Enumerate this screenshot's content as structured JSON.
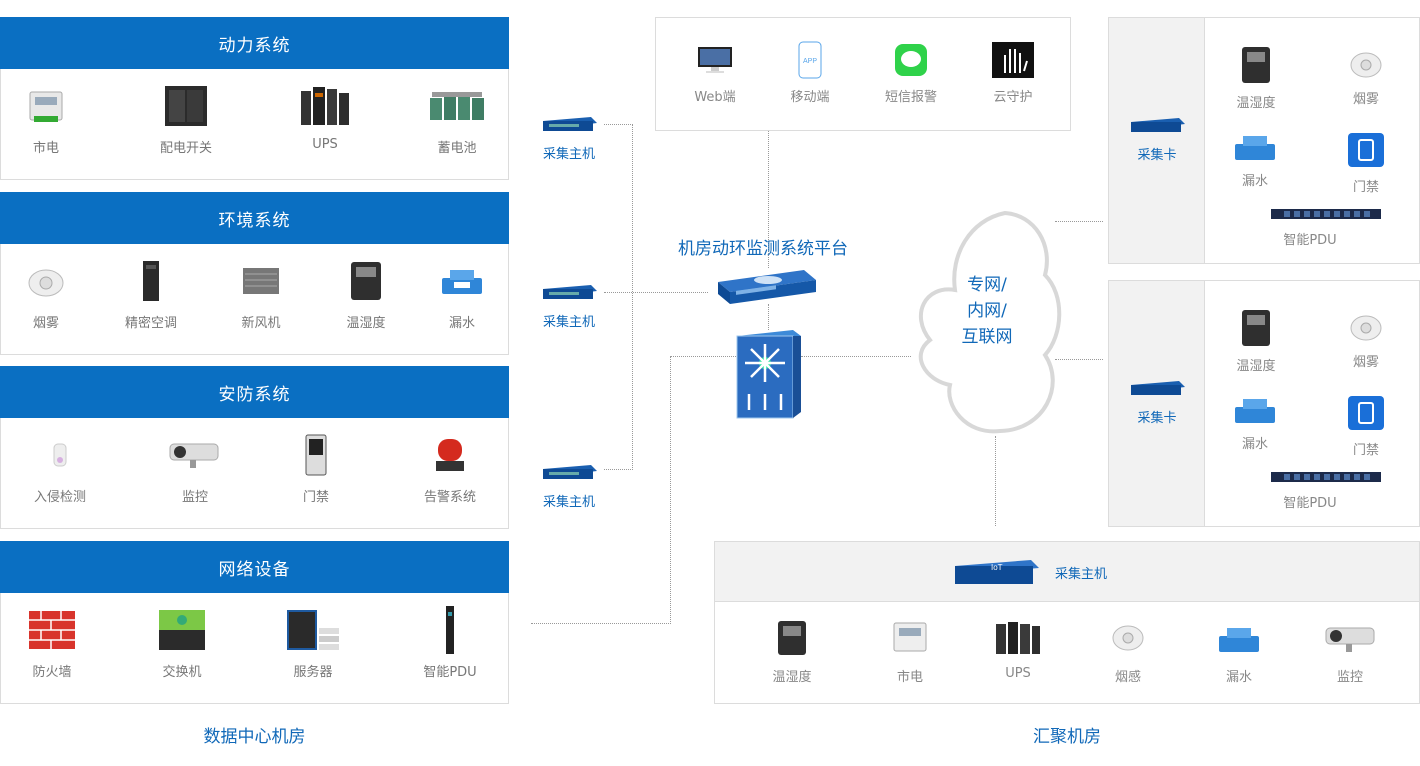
{
  "left_panels": [
    {
      "title": "动力系统",
      "items": [
        {
          "label": "市电",
          "icon": "power-meter-icon"
        },
        {
          "label": "配电开关",
          "icon": "distribution-cabinet-icon"
        },
        {
          "label": "UPS",
          "icon": "ups-icon"
        },
        {
          "label": "蓄电池",
          "icon": "battery-icon"
        }
      ]
    },
    {
      "title": "环境系统",
      "items": [
        {
          "label": "烟雾",
          "icon": "smoke-detector-icon"
        },
        {
          "label": "精密空调",
          "icon": "air-conditioner-icon"
        },
        {
          "label": "新风机",
          "icon": "fresh-air-unit-icon"
        },
        {
          "label": "温湿度",
          "icon": "thermo-hygrometer-icon"
        },
        {
          "label": "漏水",
          "icon": "water-leak-sensor-icon"
        }
      ]
    },
    {
      "title": "安防系统",
      "items": [
        {
          "label": "入侵检测",
          "icon": "intrusion-sensor-icon"
        },
        {
          "label": "监控",
          "icon": "cctv-camera-icon"
        },
        {
          "label": "门禁",
          "icon": "access-control-icon"
        },
        {
          "label": "告警系统",
          "icon": "alarm-light-icon"
        }
      ]
    },
    {
      "title": "网络设备",
      "items": [
        {
          "label": "防火墙",
          "icon": "firewall-icon"
        },
        {
          "label": "交换机",
          "icon": "switch-icon"
        },
        {
          "label": "服务器",
          "icon": "server-icon"
        },
        {
          "label": "智能PDU",
          "icon": "pdu-icon"
        }
      ]
    }
  ],
  "captions": {
    "left": "数据中心机房",
    "right": "汇聚机房"
  },
  "hubs": {
    "label": "采集主机"
  },
  "access": [
    {
      "label": "Web端",
      "icon": "monitor-icon"
    },
    {
      "label": "移动端",
      "icon": "mobile-app-icon"
    },
    {
      "label": "短信报警",
      "icon": "sms-icon"
    },
    {
      "label": "云守护",
      "icon": "cloud-guard-icon"
    }
  ],
  "platform": {
    "title": "机房动环监测系统平台"
  },
  "network": {
    "lines": [
      "专网/",
      "内网/",
      "互联网"
    ]
  },
  "sites": [
    {
      "card_label": "采集卡",
      "items": [
        {
          "label": "温湿度"
        },
        {
          "label": "烟雾"
        },
        {
          "label": "漏水"
        },
        {
          "label": "门禁"
        },
        {
          "label": "智能PDU"
        }
      ]
    },
    {
      "card_label": "采集卡",
      "items": [
        {
          "label": "温湿度"
        },
        {
          "label": "烟雾"
        },
        {
          "label": "漏水"
        },
        {
          "label": "门禁"
        },
        {
          "label": "智能PDU"
        }
      ]
    }
  ],
  "aggregation": {
    "head_label": "采集主机",
    "items": [
      {
        "label": "温湿度"
      },
      {
        "label": "市电"
      },
      {
        "label": "UPS"
      },
      {
        "label": "烟感"
      },
      {
        "label": "漏水"
      },
      {
        "label": "监控"
      }
    ]
  },
  "colors": {
    "brand_blue": "#0a6fc2",
    "text_blue": "#1068b8"
  }
}
